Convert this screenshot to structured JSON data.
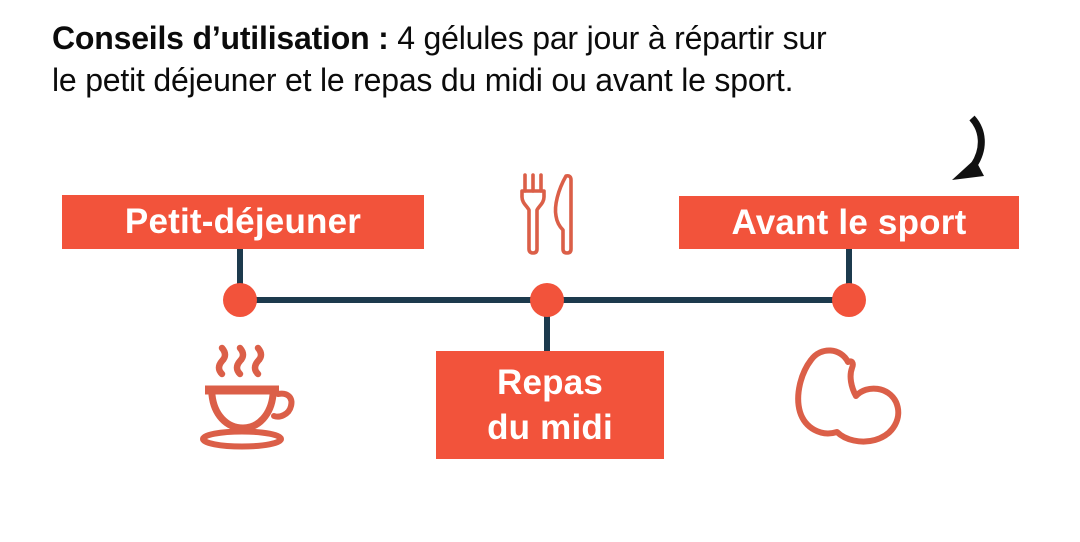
{
  "heading": {
    "bold": "Conseils d’utilisation :",
    "line1_rest": " 4 gélules par jour à répartir sur",
    "line2": "le petit déjeuner et le repas du midi ou avant le sport."
  },
  "timeline": {
    "events": [
      {
        "label": "Petit-déjeuner",
        "icon": "coffee-cup-icon",
        "label_position": "above-line",
        "icon_position": "below-line"
      },
      {
        "label": "Repas du midi",
        "lines": [
          "Repas",
          "du midi"
        ],
        "icon": "cutlery-icon",
        "label_position": "below-line",
        "icon_position": "above-line"
      },
      {
        "label": "Avant le sport",
        "icon": "bicep-icon",
        "label_position": "above-line",
        "icon_position": "below-line"
      }
    ]
  },
  "annotation": {
    "icon": "curved-arrow-icon"
  },
  "colors": {
    "accent": "#F2533B",
    "outline": "#DB5F48",
    "line": "#1C3A4D",
    "text": "#0B0B0B",
    "label_text": "#FFFFFF",
    "arrow": "#111111",
    "background": "#FFFFFF"
  }
}
